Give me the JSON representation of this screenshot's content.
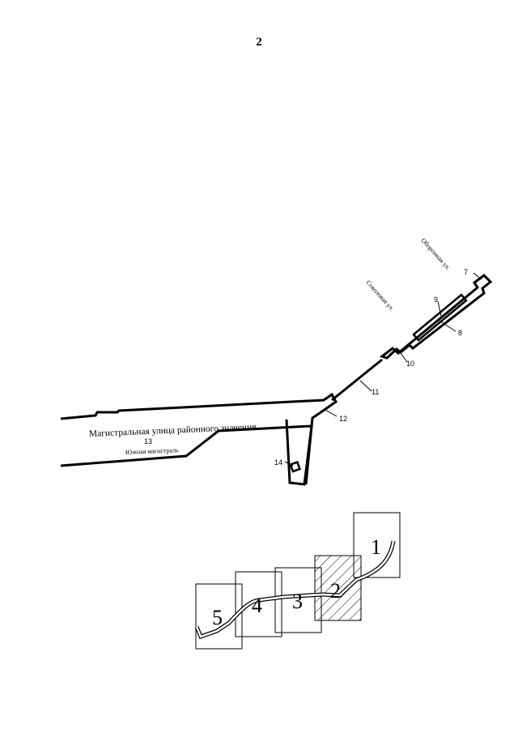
{
  "page_number": "2",
  "figure1": {
    "street_main": "Магистральная улица районного значения",
    "street_south": "Южная магистраль",
    "street_oboronnaya": "Оборонная ул.",
    "street_sokolovaya": "Соколовая ул.",
    "callouts": [
      "7",
      "8",
      "9",
      "10",
      "11",
      "12",
      "13",
      "14"
    ]
  },
  "figure2": {
    "sections": [
      "1",
      "2",
      "3",
      "4",
      "5"
    ]
  }
}
